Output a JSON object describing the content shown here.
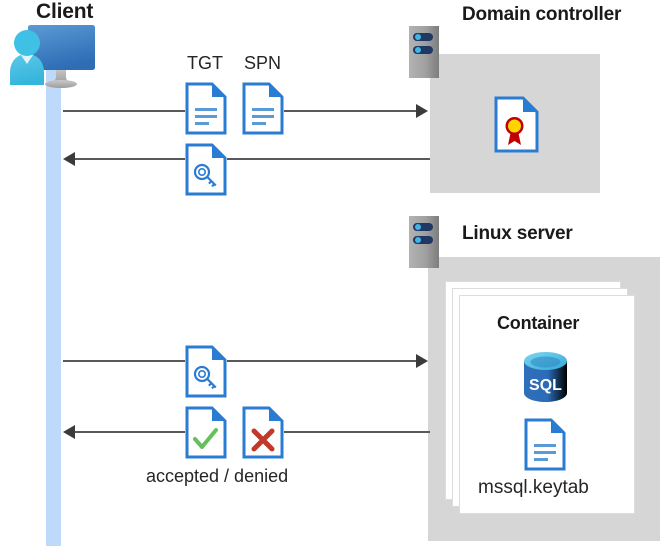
{
  "diagram": {
    "title": "Kerberos authentication flow between Client, Domain controller and Linux server container",
    "background": "#ffffff",
    "accent_blue": "#2a7cd3",
    "panel_grey": "#d6d6d6",
    "lifeline_blue": "#bedafa",
    "arrow_grey": "#595959"
  },
  "client": {
    "title": "Client",
    "icon": "client-pc-user-icon",
    "lifeline": "client-lifeline"
  },
  "domain_controller": {
    "title": "Domain controller",
    "server_icon": "server-rack-icon",
    "content_icon": "certificate-document-icon"
  },
  "linux_server": {
    "title": "Linux server",
    "server_icon": "server-rack-icon",
    "container": {
      "title": "Container",
      "database_icon": "sql-database-icon",
      "keytab_icon": "document-icon",
      "keytab_label": "mssql.keytab"
    }
  },
  "messages": [
    {
      "id": "request-tgt-spn",
      "direction": "right",
      "labels": [
        "TGT",
        "SPN"
      ],
      "icons": [
        "document-icon",
        "document-icon"
      ],
      "from": "client",
      "to": "domain_controller"
    },
    {
      "id": "issue-service-ticket",
      "direction": "left",
      "labels": [],
      "icons": [
        "key-document-icon"
      ],
      "from": "domain_controller",
      "to": "client"
    },
    {
      "id": "present-service-ticket",
      "direction": "right",
      "labels": [],
      "icons": [
        "key-document-icon"
      ],
      "from": "client",
      "to": "linux_server"
    },
    {
      "id": "auth-result",
      "direction": "left",
      "labels": [
        "accepted / denied"
      ],
      "icons": [
        "accepted-document-icon",
        "denied-document-icon"
      ],
      "from": "linux_server",
      "to": "client"
    }
  ],
  "labels": {
    "tgt": "TGT",
    "spn": "SPN",
    "accepted_denied": "accepted / denied"
  }
}
